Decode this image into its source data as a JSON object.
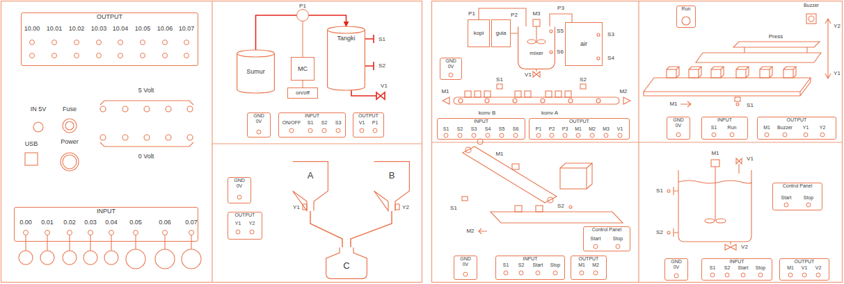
{
  "diagram": {
    "nodes": [
      {
        "text": [
          "OUTPUT"
        ]
      },
      {
        "text": [
          "INPUT"
        ]
      },
      {
        "text": [
          "Sumur"
        ]
      },
      {
        "text": [
          "P1"
        ]
      },
      {
        "text": [
          "Tangki"
        ]
      },
      {
        "text": [
          "MC"
        ]
      },
      {
        "text": [
          "on/off"
        ]
      },
      {
        "text": [
          "GND",
          "0V"
        ]
      },
      {
        "text": [
          "INPUT"
        ]
      },
      {
        "text": [
          "OUTPUT"
        ]
      },
      {
        "text": [
          "GND",
          "0V"
        ]
      },
      {
        "text": [
          "OUTPUT"
        ]
      },
      {
        "text": [
          "A"
        ]
      },
      {
        "text": [
          "B"
        ]
      },
      {
        "text": [
          "C"
        ]
      },
      {
        "text": [
          "kopi"
        ]
      },
      {
        "text": [
          "gula"
        ]
      },
      {
        "text": [
          "mixer"
        ]
      },
      {
        "text": [
          "air"
        ]
      },
      {
        "text": [
          "GND",
          "0V"
        ]
      },
      {
        "text": [
          "INPUT"
        ]
      },
      {
        "text": [
          "OUTPUT"
        ]
      },
      {
        "text": [
          "Run"
        ]
      },
      {
        "text": [
          "Buzzer"
        ]
      },
      {
        "text": [
          "GND",
          "0V"
        ]
      },
      {
        "text": [
          "INPUT"
        ]
      },
      {
        "text": [
          "OUTPUT"
        ]
      },
      {
        "text": [
          "Control Panel"
        ]
      },
      {
        "text": [
          "GND",
          "0V"
        ]
      },
      {
        "text": [
          "INPUT"
        ]
      },
      {
        "text": [
          "OUTPUT"
        ]
      },
      {
        "text": [
          "Control Panel"
        ]
      },
      {
        "text": [
          "GND",
          "0V"
        ]
      },
      {
        "text": [
          "INPUT"
        ]
      },
      {
        "text": [
          "OUTPUT"
        ]
      }
    ],
    "edges": [
      {
        "from": 2,
        "to": 3,
        "arrow": "none"
      },
      {
        "from": 3,
        "to": 4,
        "arrow": "to"
      },
      {
        "from": 3,
        "to": 5,
        "arrow": "none"
      },
      {
        "from": 5,
        "to": 6,
        "arrow": "none"
      },
      {
        "from": 12,
        "to": 14,
        "arrow": "none"
      },
      {
        "from": 13,
        "to": 14,
        "arrow": "none"
      },
      {
        "from": 15,
        "to": 17,
        "arrow": "none"
      },
      {
        "from": 16,
        "to": 17,
        "arrow": "none"
      },
      {
        "from": 18,
        "to": 17,
        "arrow": "none"
      }
    ],
    "labels": [
      "10.00",
      "10.01",
      "10.02",
      "10.03",
      "10.04",
      "10.05",
      "10.06",
      "10.07",
      "IN 5V",
      "Fuse",
      "5 Volt",
      "USB",
      "Power",
      "0 Volt",
      "0.00",
      "0.01",
      "0.02",
      "0.03",
      "0.04",
      "0.05",
      "0.06",
      "0.07",
      "S1",
      "S2",
      "V1",
      "ON/OFF",
      "S1",
      "S2",
      "S3",
      "V1",
      "P1",
      "Y1",
      "Y2",
      "Y1",
      "Y2",
      "P1",
      "P2",
      "M3",
      "P3",
      "S5",
      "S6",
      "S3",
      "S4",
      "V1",
      "M1",
      "S1",
      "S2",
      "M2",
      "konv B",
      "konv A",
      "S1",
      "S2",
      "S3",
      "S4",
      "S5",
      "S6",
      "P1",
      "P2",
      "P3",
      "M1",
      "M2",
      "M3",
      "V1",
      "Press",
      "Y2",
      "Y1",
      "M1",
      "S1",
      "S1",
      "Run",
      "M1",
      "Buzzer",
      "Y1",
      "Y2",
      "M1",
      "S1",
      "M2",
      "S2",
      "Start",
      "Stop",
      "S1",
      "S2",
      "Start",
      "Stop",
      "M1",
      "M2",
      "M1",
      "V1",
      "S1",
      "S2",
      "V2",
      "Start",
      "Stop",
      "S1",
      "S2",
      "Start",
      "Stop",
      "M1",
      "V1",
      "V2"
    ]
  }
}
